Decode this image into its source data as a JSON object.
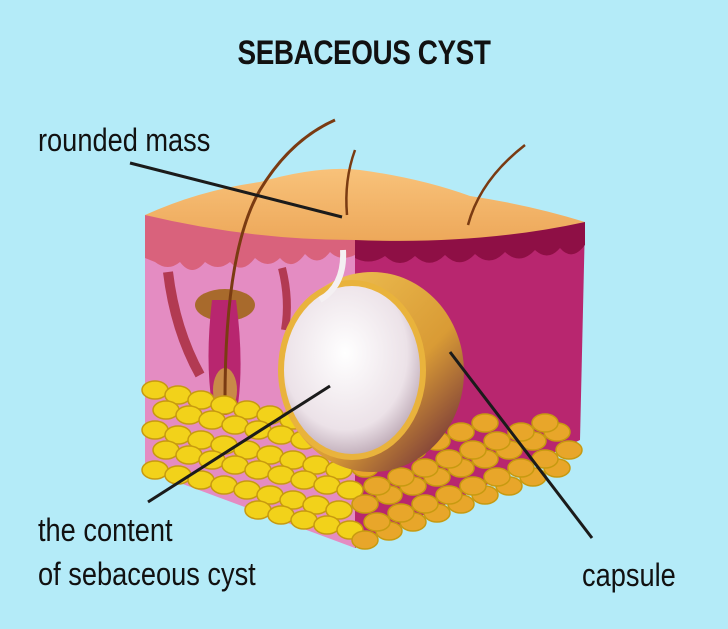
{
  "title": "SEBACEOUS CYST",
  "labels": {
    "rounded_mass": "rounded mass",
    "content_line1": "the content",
    "content_line2": "of sebaceous cyst",
    "capsule": "capsule"
  },
  "colors": {
    "background": "#b4ebf8",
    "skin_top": "#f4b76a",
    "dermis_front": "#e58fc4",
    "dermis_side": "#b8256e",
    "epidermis": "#d9607a",
    "fat": "#f2d21a",
    "capsule": "#e9b33c",
    "cyst_content": "#efe8ec"
  }
}
